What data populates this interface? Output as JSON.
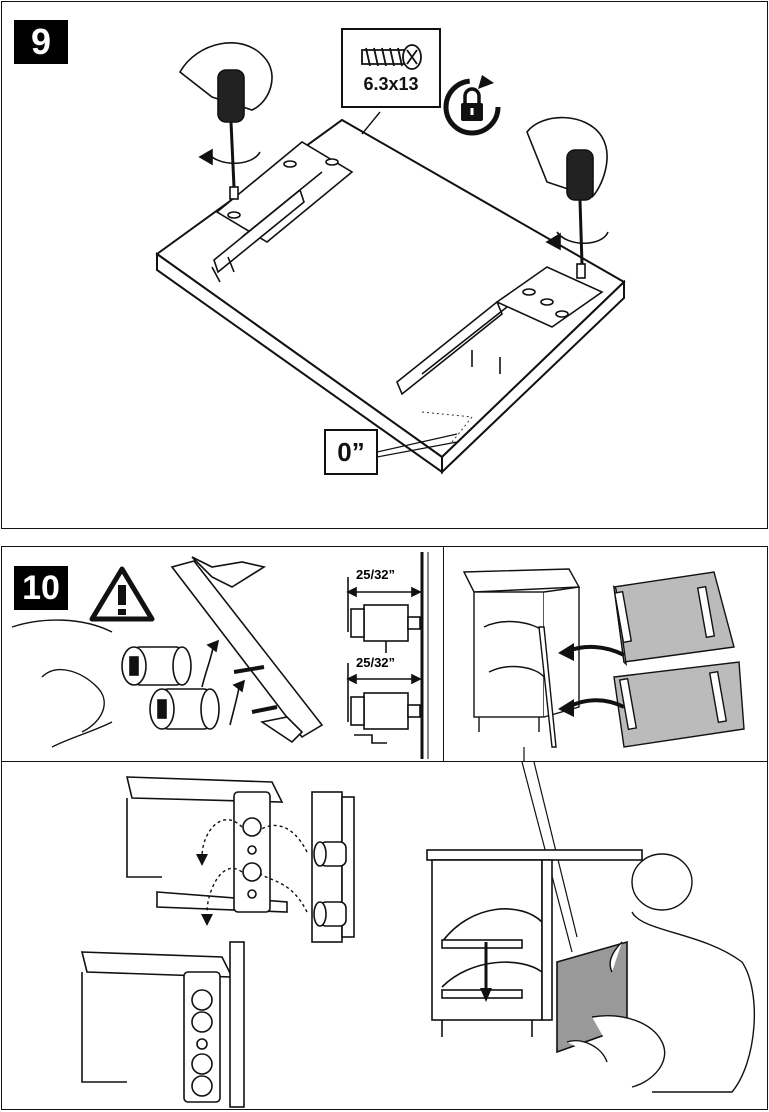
{
  "step9": {
    "number": "9",
    "screw_spec": "6.3x13",
    "offset_label": "0”"
  },
  "step10": {
    "number": "10",
    "dimension_top": "25/32”",
    "dimension_bottom": "25/32”"
  },
  "icons": {
    "warning": "warning-triangle-icon",
    "screw": "screw-icon",
    "lock": "lock-rotate-icon",
    "screwdriver": "screwdriver-icon"
  }
}
